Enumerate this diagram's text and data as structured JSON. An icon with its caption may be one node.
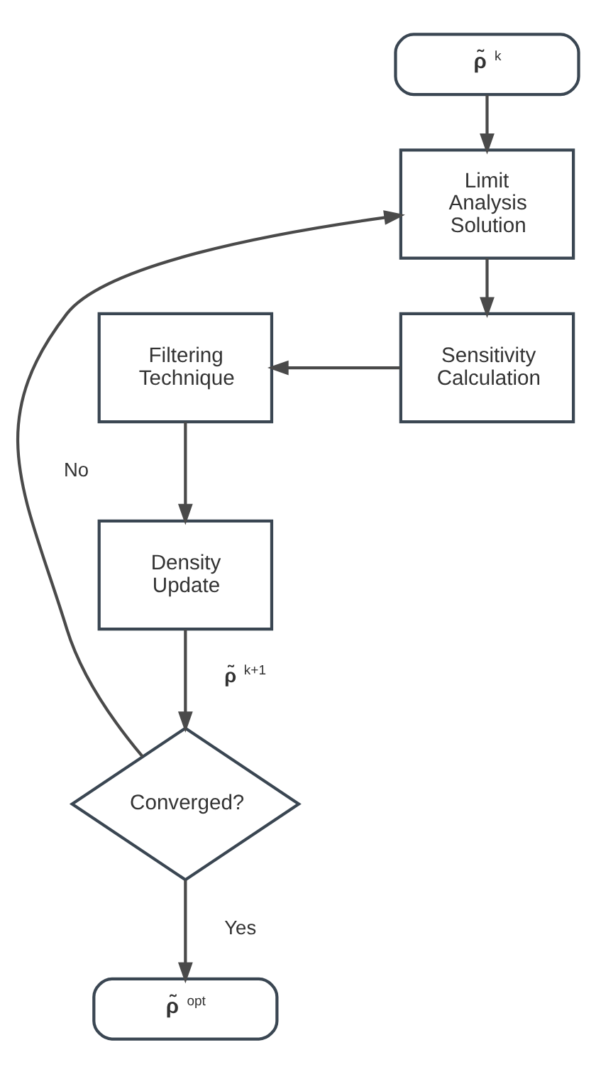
{
  "diagram": {
    "nodes": [
      {
        "text": [
          "**ρ̃** $^{k}$"
        ]
      },
      {
        "text": [
          "Limit Analysis Solution"
        ]
      },
      {
        "text": [
          "Sensitivity Calculation"
        ]
      },
      {
        "text": [
          "Filtering Technique"
        ]
      },
      {
        "text": [
          "Density Update"
        ]
      },
      {
        "text": [
          "Converged?"
        ]
      },
      {
        "text": [
          "**ρ̃** $^{opt}$"
        ]
      }
    ],
    "edges": [
      {
        "from": 0,
        "to": 1,
        "arrow": "to"
      },
      {
        "from": 1,
        "to": 2,
        "arrow": "to"
      },
      {
        "from": 2,
        "to": 3,
        "arrow": "to"
      },
      {
        "from": 3,
        "to": 4,
        "arrow": "to"
      },
      {
        "from": 4,
        "to": 5,
        "arrow": "to",
        "label": "**ρ̃** $^{k+1}$"
      },
      {
        "from": 5,
        "to": 1,
        "arrow": "to",
        "label": "No"
      },
      {
        "from": 5,
        "to": 6,
        "arrow": "to",
        "label": "Yes"
      }
    ]
  }
}
